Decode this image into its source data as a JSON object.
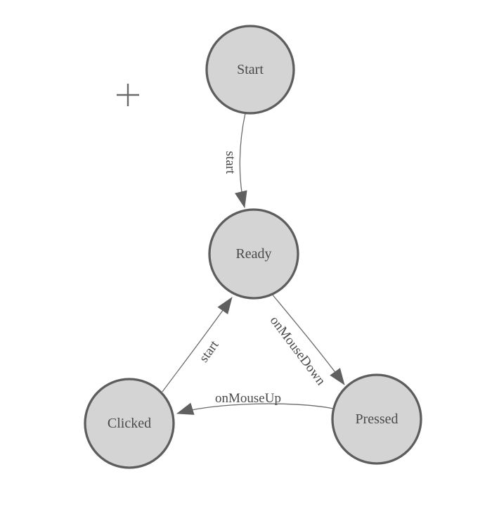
{
  "diagram": {
    "kind": "state-machine-diagram",
    "background_color": "#ffffff",
    "node_fill_color": "#d4d4d4",
    "node_stroke_color": "#5d5d5d",
    "edge_color": "#6b6b6b",
    "arrowhead_color": "#606060",
    "label_color": "#4a4a4a",
    "origin_marker_symbol": "+",
    "nodes": [
      {
        "id": "start",
        "label": "Start"
      },
      {
        "id": "ready",
        "label": "Ready"
      },
      {
        "id": "clicked",
        "label": "Clicked"
      },
      {
        "id": "pressed",
        "label": "Pressed"
      }
    ],
    "edges": [
      {
        "from": "Start",
        "to": "Ready",
        "label": "start"
      },
      {
        "from": "Ready",
        "to": "Pressed",
        "label": "onMouseDown"
      },
      {
        "from": "Pressed",
        "to": "Clicked",
        "label": "onMouseUp"
      },
      {
        "from": "Clicked",
        "to": "Ready",
        "label": "start"
      }
    ]
  }
}
